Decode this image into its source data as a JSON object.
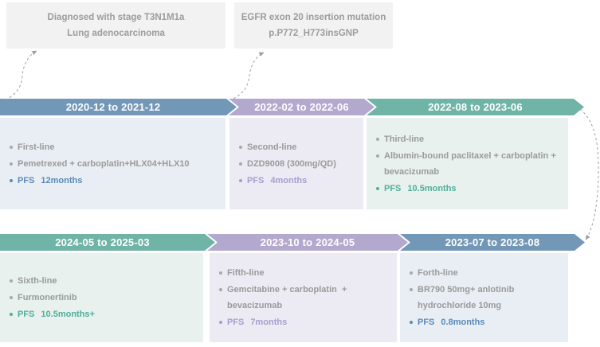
{
  "header_boxes": [
    {
      "lines": [
        "Diagnosed with stage T3N1M1a",
        "Lung adenocarcinoma"
      ]
    },
    {
      "lines": [
        "EGFR exon 20 insertion mutation",
        "p.P772_H773insGNP"
      ]
    }
  ],
  "timeline": {
    "rows": [
      {
        "segments": [
          {
            "theme": "blue",
            "date_range": "2020-12 to 2021-12",
            "bullets": [
              "First-line",
              "Pemetrexed + carboplatin+HLX04+HLX10"
            ],
            "pfs_label": "PFS",
            "pfs_value": "12months"
          },
          {
            "theme": "purple",
            "date_range": "2022-02 to 2022-06",
            "bullets": [
              "Second-line",
              "DZD9008 (300mg/QD)"
            ],
            "pfs_label": "PFS",
            "pfs_value": "4months"
          },
          {
            "theme": "teal",
            "date_range": "2022-08 to 2023-06",
            "bullets": [
              "Third-line",
              "Albumin-bound paclitaxel + carboplatin + bevacizumab"
            ],
            "pfs_label": "PFS",
            "pfs_value": "10.5months"
          }
        ]
      },
      {
        "segments": [
          {
            "theme": "teal",
            "date_range": "2024-05 to 2025-03",
            "bullets": [
              "Sixth-line",
              "Furmonertinib"
            ],
            "pfs_label": "PFS",
            "pfs_value": "10.5months+"
          },
          {
            "theme": "purple",
            "date_range": "2023-10 to 2024-05",
            "bullets": [
              "Fifth-line",
              "Gemcitabine + carboplatin  + bevacizumab"
            ],
            "pfs_label": "PFS",
            "pfs_value": "7months"
          },
          {
            "theme": "blue",
            "date_range": "2023-07 to 2023-08",
            "bullets": [
              "Forth-line",
              "BR790 50mg+ anlotinib hydrochloride 10mg"
            ],
            "pfs_label": "PFS",
            "pfs_value": "0.8months"
          }
        ]
      }
    ]
  },
  "colors": {
    "banner_blue": "#7397b7",
    "banner_purple": "#b3a8ce",
    "banner_teal": "#6fb4a6",
    "panel_blue": "#e9eef4",
    "panel_purple": "#ecebf3",
    "panel_teal": "#e8f1ee",
    "pfs_blue": "#5a8ab9",
    "pfs_purple": "#a79dd2",
    "pfs_teal": "#4fae9a",
    "header_box_bg": "#f2f2f2",
    "body_text": "#9a9a9a",
    "connector": "#9e9e9e"
  }
}
